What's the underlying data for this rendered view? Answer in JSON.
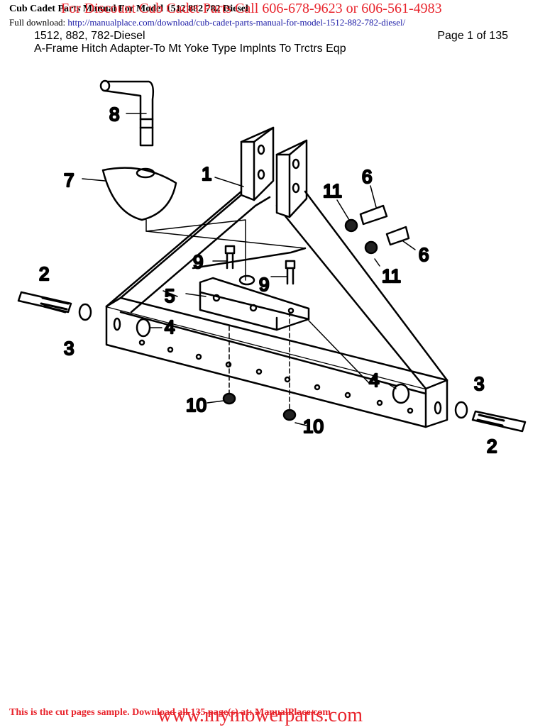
{
  "header": {
    "doc_title": "Cub Cadet Parts Manual For Model 1512 882 782 Diesel",
    "promo": "For Discount Cub Cadet Parts Call 606-678-9623 or 606-561-4983",
    "full_download_label": "Full download:",
    "full_download_url": "http://manualplace.com/download/cub-cadet-parts-manual-for-model-1512-882-782-diesel/",
    "models": "1512, 882, 782-Diesel",
    "page": "Page 1 of 135",
    "section_title": "A-Frame Hitch Adapter-To Mt Yoke Type Implnts To Trctrs Eqp"
  },
  "diagram": {
    "callouts": {
      "c1": "1",
      "c2a": "2",
      "c2b": "2",
      "c3a": "3",
      "c3b": "3",
      "c4a": "4",
      "c4b": "4",
      "c5": "5",
      "c6a": "6",
      "c6b": "6",
      "c7": "7",
      "c8": "8",
      "c9a": "9",
      "c9b": "9",
      "c10a": "10",
      "c10b": "10",
      "c11a": "11",
      "c11b": "11"
    }
  },
  "footer": {
    "sample_note": "This is the cut pages sample. Download all 135 page(s) at: ManualPlace.com",
    "website": "www.mymowerparts.com"
  },
  "colors": {
    "red": "#e8242c",
    "link": "#1a1aa6"
  }
}
